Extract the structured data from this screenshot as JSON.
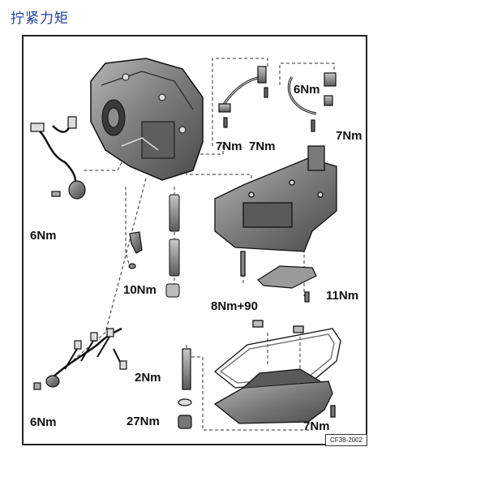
{
  "page_title": "拧紧力矩",
  "torque_labels": {
    "sensor_bolt_left": "7Nm",
    "sensor_bolt_mid": "7Nm",
    "sensor_right_top": "6Nm",
    "sensor_right_bolt": "7Nm",
    "harness_left_bolt": "6Nm",
    "guide_bolt": "10Nm",
    "valve_body_bolt": "8Nm+90",
    "filter_bolt": "11Nm",
    "overflow_tube": "2Nm",
    "drain_plug": "27Nm",
    "harness_bottom_bolt": "6Nm",
    "oil_pan_bolt": "7Nm"
  },
  "figure_ref": "CF38-2002",
  "colors": {
    "title": "#1f3fa8",
    "component_fill": "#8a8a8a",
    "component_dark": "#3c3c3c",
    "outline": "#111111"
  }
}
